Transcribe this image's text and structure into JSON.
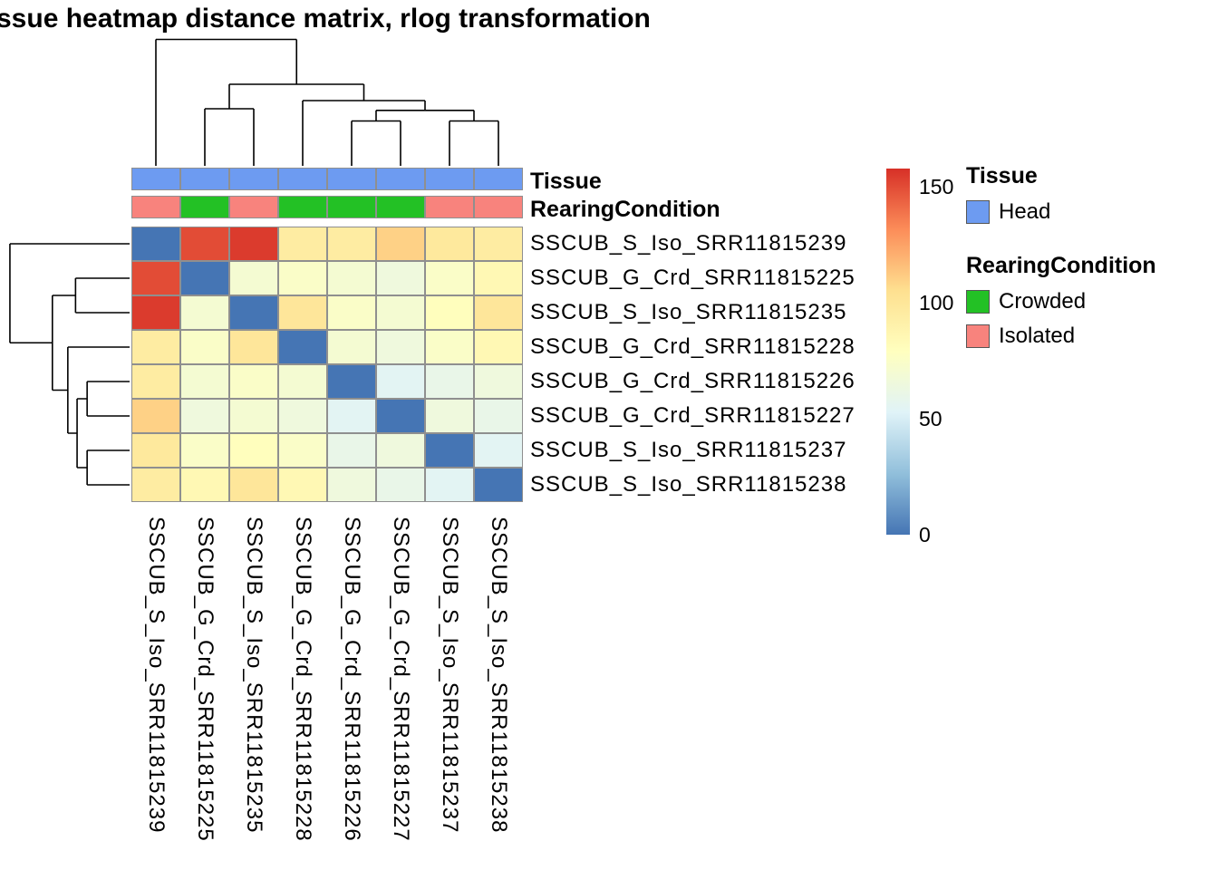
{
  "title": "ssue heatmap distance matrix, rlog transformation",
  "chart_data": {
    "type": "heatmap",
    "subtype": "clustered-sample-distance-matrix",
    "samples": [
      "SSCUB_S_Iso_SRR11815239",
      "SSCUB_G_Crd_SRR11815225",
      "SSCUB_S_Iso_SRR11815235",
      "SSCUB_G_Crd_SRR11815228",
      "SSCUB_G_Crd_SRR11815226",
      "SSCUB_G_Crd_SRR11815227",
      "SSCUB_S_Iso_SRR11815237",
      "SSCUB_S_Iso_SRR11815238"
    ],
    "matrix": [
      [
        0,
        150,
        155,
        95,
        95,
        110,
        98,
        95
      ],
      [
        150,
        0,
        70,
        75,
        70,
        65,
        75,
        85
      ],
      [
        155,
        70,
        0,
        100,
        75,
        70,
        80,
        100
      ],
      [
        95,
        75,
        100,
        0,
        70,
        65,
        75,
        85
      ],
      [
        95,
        70,
        75,
        70,
        0,
        55,
        60,
        65
      ],
      [
        110,
        65,
        70,
        65,
        55,
        0,
        65,
        60
      ],
      [
        98,
        75,
        80,
        75,
        60,
        65,
        0,
        55
      ],
      [
        95,
        85,
        100,
        85,
        65,
        60,
        55,
        0
      ]
    ],
    "colormap": {
      "min": 0,
      "max": 158,
      "stops": [
        "#4575b4",
        "#91bfdb",
        "#e0f3f8",
        "#ffffbf",
        "#fee090",
        "#fc8d59",
        "#d73027"
      ]
    },
    "colorbar": {
      "ticks": [
        150,
        100,
        50,
        0
      ]
    },
    "annotations": {
      "tissue": {
        "label": "Tissue",
        "values": [
          "Head",
          "Head",
          "Head",
          "Head",
          "Head",
          "Head",
          "Head",
          "Head"
        ],
        "colors": {
          "Head": "#6D9BF1"
        }
      },
      "rearing": {
        "label": "RearingCondition",
        "values": [
          "Isolated",
          "Crowded",
          "Isolated",
          "Crowded",
          "Crowded",
          "Crowded",
          "Isolated",
          "Isolated"
        ],
        "colors": {
          "Crowded": "#23C125",
          "Isolated": "#F8837D"
        }
      }
    },
    "dendrogram_tree": {
      "h": 155,
      "c": [
        {
          "leaf": 0
        },
        {
          "h": 100,
          "c": [
            {
              "h": 70,
              "c": [
                {
                  "leaf": 1
                },
                {
                  "leaf": 2
                }
              ]
            },
            {
              "h": 80,
              "c": [
                {
                  "leaf": 3
                },
                {
                  "h": 68,
                  "c": [
                    {
                      "h": 55,
                      "c": [
                        {
                          "leaf": 4
                        },
                        {
                          "leaf": 5
                        }
                      ]
                    },
                    {
                      "h": 55,
                      "c": [
                        {
                          "leaf": 6
                        },
                        {
                          "leaf": 7
                        }
                      ]
                    }
                  ]
                }
              ]
            }
          ]
        }
      ]
    },
    "legend": {
      "tissue_title": "Tissue",
      "tissue_items": [
        {
          "label": "Head",
          "color": "#6D9BF1"
        }
      ],
      "rearing_title": "RearingCondition",
      "rearing_items": [
        {
          "label": "Crowded",
          "color": "#23C125"
        },
        {
          "label": "Isolated",
          "color": "#F8837D"
        }
      ]
    }
  }
}
